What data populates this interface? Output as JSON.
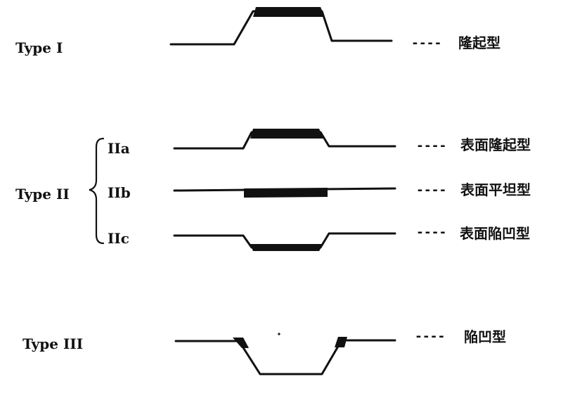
{
  "diagram": {
    "type_1": {
      "label": "Type  I",
      "dashes": "----",
      "description": "隆起型"
    },
    "type_2": {
      "label": "Type  II",
      "subtypes": [
        {
          "id": "IIa",
          "dashes": "----",
          "description": "表面隆起型"
        },
        {
          "id": "IIb",
          "dashes": "----",
          "description": "表面平坦型"
        },
        {
          "id": "IIc",
          "dashes": "----",
          "description": "表面陥凹型"
        }
      ]
    },
    "type_3": {
      "label": "Type III",
      "dashes": "----",
      "description": "陥凹型"
    }
  }
}
